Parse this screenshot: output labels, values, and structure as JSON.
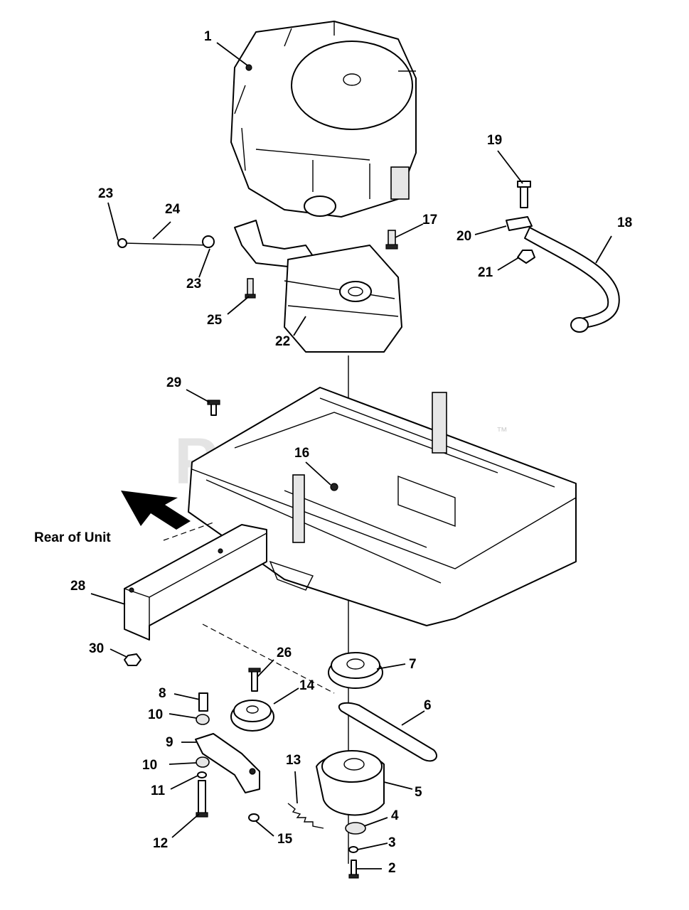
{
  "diagram": {
    "watermark": "PartsTree",
    "trademark": "™",
    "rear_label": "Rear of Unit",
    "callouts": [
      "1",
      "2",
      "3",
      "4",
      "5",
      "6",
      "7",
      "8",
      "9",
      "10",
      "10",
      "11",
      "12",
      "13",
      "14",
      "15",
      "16",
      "17",
      "18",
      "19",
      "20",
      "21",
      "22",
      "23",
      "23",
      "24",
      "25",
      "26",
      "28",
      "29",
      "30"
    ]
  }
}
